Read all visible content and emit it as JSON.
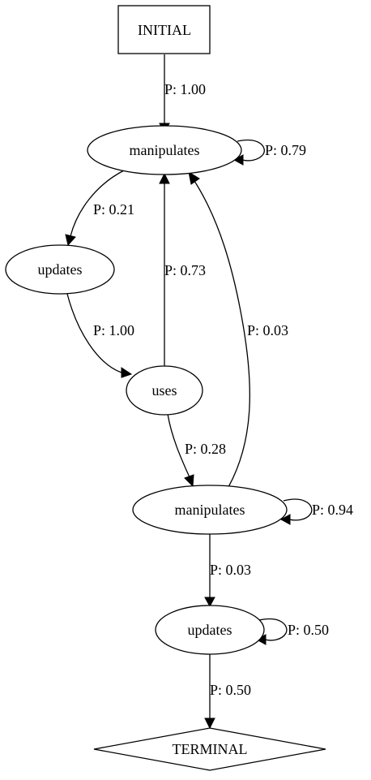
{
  "nodes": {
    "initial": "INITIAL",
    "manipulates_1": "manipulates",
    "updates_1": "updates",
    "uses": "uses",
    "manipulates_2": "manipulates",
    "updates_2": "updates",
    "terminal": "TERMINAL"
  },
  "edges": {
    "initial_to_manipulates_1": "P: 1.00",
    "manipulates_1_self": "P: 0.79",
    "manipulates_1_to_updates_1": "P: 0.21",
    "uses_to_manipulates_1": "P: 0.73",
    "updates_1_to_uses": "P: 1.00",
    "manipulates_2_to_manipulates_1": "P: 0.03",
    "uses_to_manipulates_2": "P: 0.28",
    "manipulates_2_self": "P: 0.94",
    "manipulates_2_to_updates_2": "P: 0.03",
    "updates_2_self": "P: 0.50",
    "updates_2_to_terminal": "P: 0.50"
  }
}
